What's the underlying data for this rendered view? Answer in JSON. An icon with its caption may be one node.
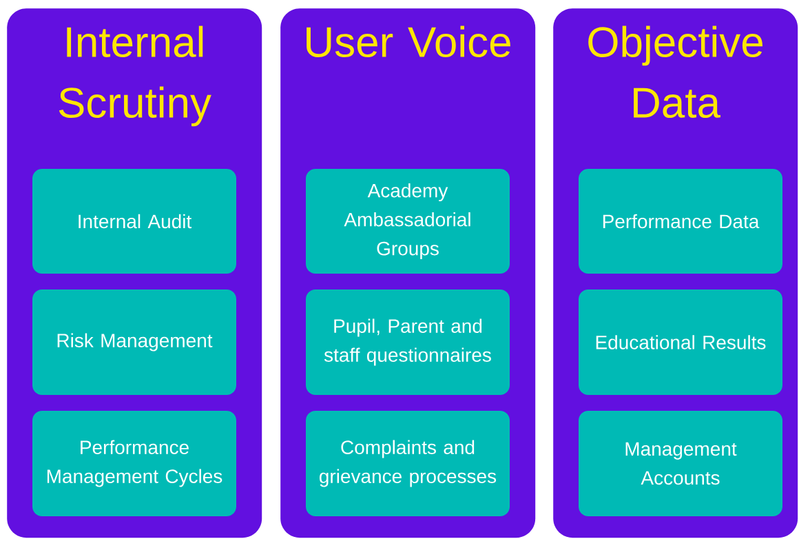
{
  "diagram": {
    "nodes": [
      {
        "text": [
          "Internal Scrutiny"
        ]
      },
      {
        "text": [
          "Internal Audit"
        ],
        "in": 0
      },
      {
        "text": [
          "Risk Management"
        ],
        "in": 0
      },
      {
        "text": [
          "Performance Management Cycles"
        ],
        "in": 0
      },
      {
        "text": [
          "User Voice"
        ]
      },
      {
        "text": [
          "Academy Ambassadorial Groups"
        ],
        "in": 4
      },
      {
        "text": [
          "Pupil, Parent and staff questionnaires"
        ],
        "in": 4
      },
      {
        "text": [
          "Complaints and grievance processes"
        ],
        "in": 4
      },
      {
        "text": [
          "Objective Data"
        ]
      },
      {
        "text": [
          "Performance Data"
        ],
        "in": 8
      },
      {
        "text": [
          "Educational Results"
        ],
        "in": 8
      },
      {
        "text": [
          "Management Accounts"
        ],
        "in": 8
      }
    ]
  }
}
